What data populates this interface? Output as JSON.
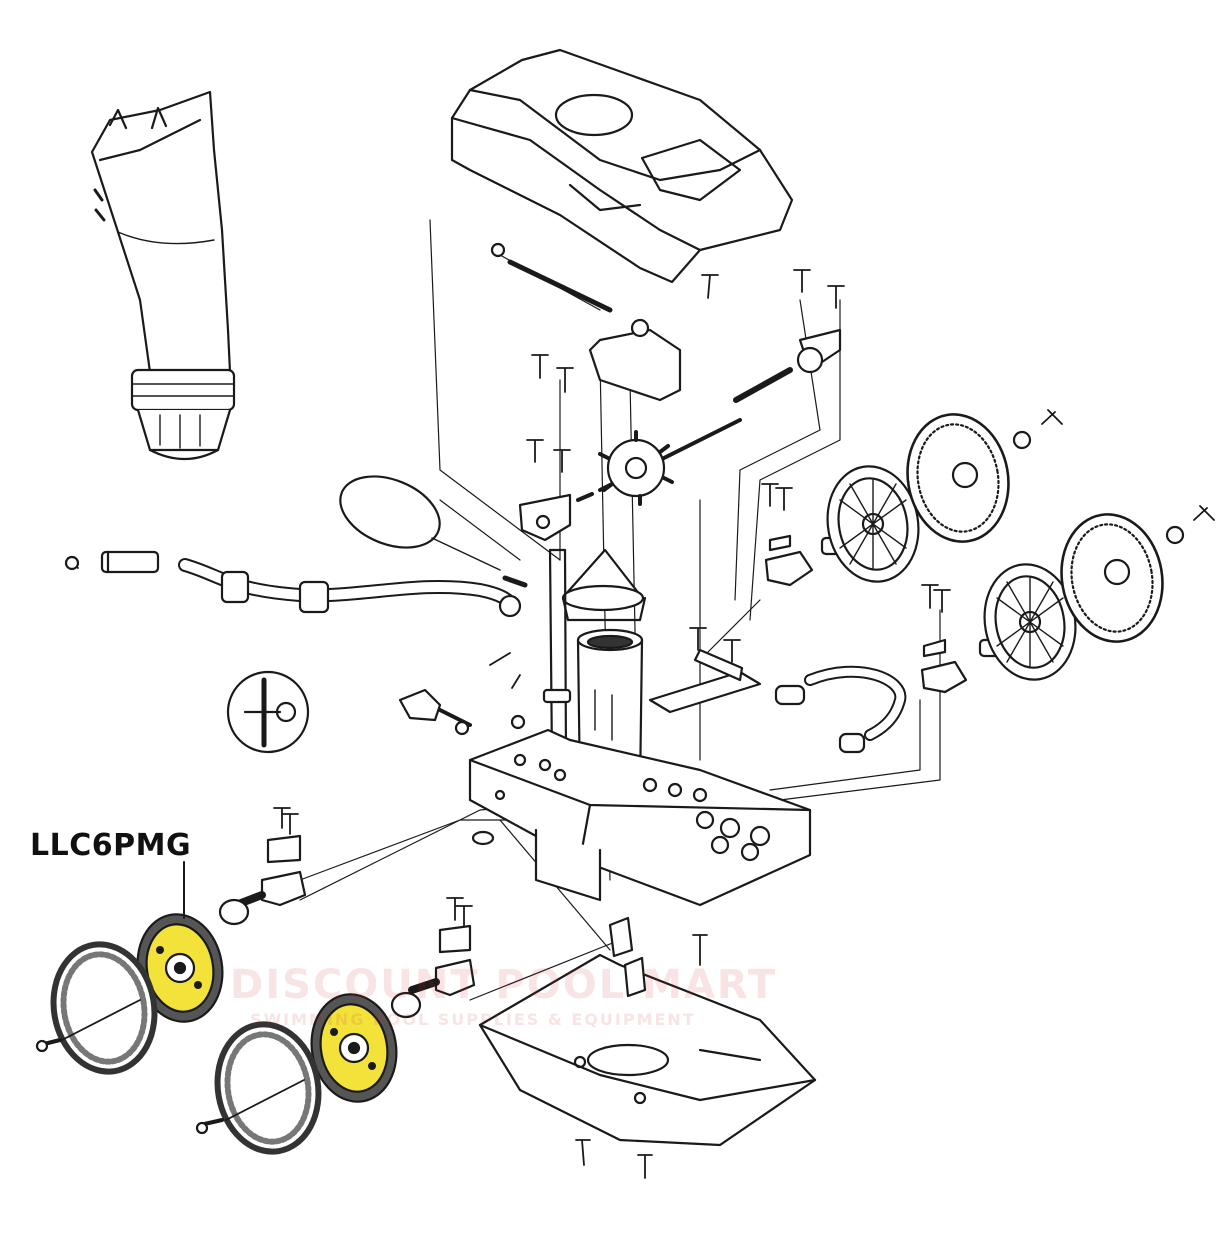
{
  "part_number_label": "LLC6PMG",
  "watermark": {
    "main": "DISCOUNT POOL MART",
    "sub": "SWIMMING POOL SUPPLIES & EQUIPMENT"
  },
  "colors": {
    "line": "#1a1a1a",
    "highlight": "#f2e23a",
    "background": "#ffffff"
  }
}
